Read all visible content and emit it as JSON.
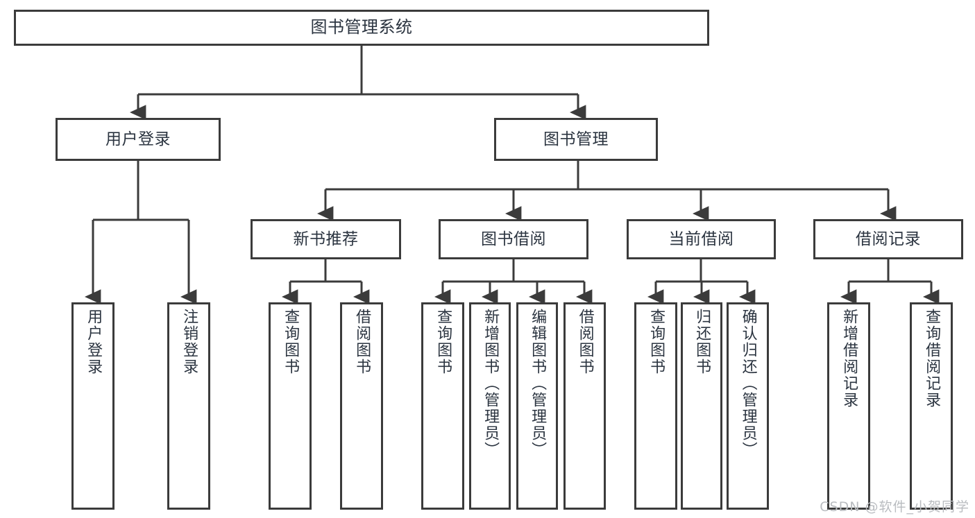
{
  "diagram": {
    "title": "图书管理系统",
    "type": "tree-hierarchy-diagram",
    "watermark": "CSDN @软件_小贺同学",
    "colors": {
      "stroke": "#3b3b3b",
      "text": "#2b3440",
      "background": "#ffffff",
      "watermark": "#b9bcc0"
    },
    "root": {
      "label": "图书管理系统"
    },
    "level2": [
      {
        "label": "用户登录"
      },
      {
        "label": "图书管理"
      }
    ],
    "level3": [
      {
        "label": "新书推荐"
      },
      {
        "label": "图书借阅"
      },
      {
        "label": "当前借阅"
      },
      {
        "label": "借阅记录"
      }
    ],
    "leaves": {
      "user_login": [
        {
          "label": "用户登录"
        },
        {
          "label": "注销登录"
        }
      ],
      "new_book_recommend": [
        {
          "label": "查询图书"
        },
        {
          "label": "借阅图书"
        }
      ],
      "book_borrow": [
        {
          "label": "查询图书"
        },
        {
          "label": "新增图书（管理员）"
        },
        {
          "label": "编辑图书（管理员）"
        },
        {
          "label": "借阅图书"
        }
      ],
      "current_borrow": [
        {
          "label": "查询图书"
        },
        {
          "label": "归还图书"
        },
        {
          "label": "确认归还（管理员）"
        }
      ],
      "borrow_record": [
        {
          "label": "新增借阅记录"
        },
        {
          "label": "查询借阅记录"
        }
      ]
    }
  }
}
